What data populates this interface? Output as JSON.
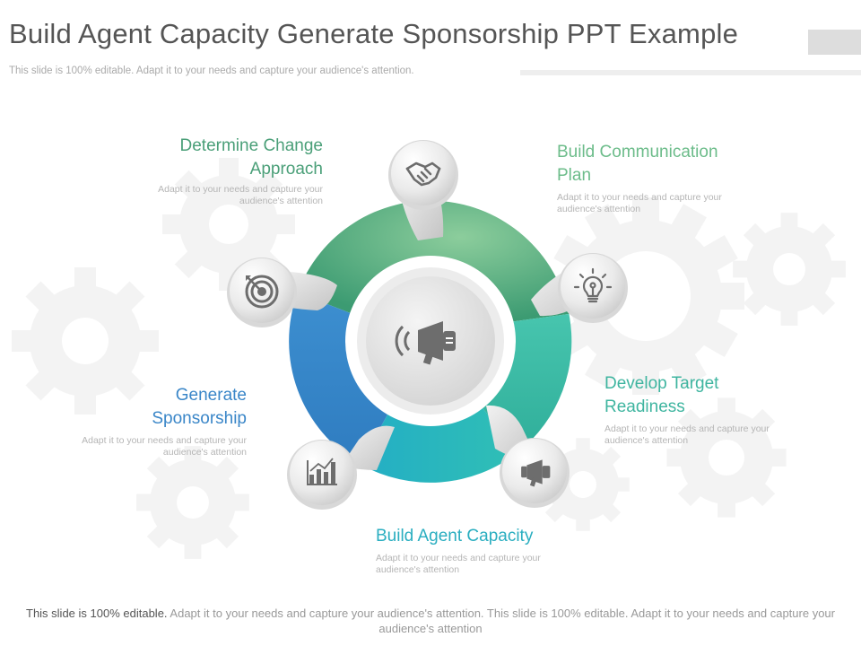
{
  "header": {
    "title": "Build Agent Capacity Generate Sponsorship PPT Example",
    "subtitle": "This slide is 100% editable. Adapt it to your needs and capture your audience's attention."
  },
  "colors": {
    "green_dark": "#3c9b72",
    "green_light": "#7ec795",
    "teal": "#3ebfa7",
    "cyan": "#27b6c9",
    "blue": "#3a86c8",
    "label_green": "#4a9f78",
    "label_teal": "#3fb5a0",
    "label_blue": "#3a86c8",
    "label_cyan": "#2aaec0"
  },
  "items": [
    {
      "label": "Determine Change Approach",
      "line1": "Determine Change",
      "line2": "Approach",
      "desc": "Adapt it to your needs and capture your audience's attention",
      "icon": "target-icon"
    },
    {
      "label": "Build Communication Plan",
      "line1": "Build Communication",
      "line2": "Plan",
      "desc": "Adapt it to your needs and capture your audience's attention",
      "icon": "handshake-icon"
    },
    {
      "label": "Develop Target Readiness",
      "line1": "Develop Target",
      "line2": "Readiness",
      "desc": "Adapt it to your needs and capture your audience's attention",
      "icon": "lightbulb-icon"
    },
    {
      "label": "Build Agent Capacity",
      "line1": "Build Agent Capacity",
      "line2": "",
      "desc": "Adapt it to your needs and capture your audience's attention",
      "icon": "megaphone-icon"
    },
    {
      "label": "Generate Sponsorship",
      "line1": "Generate",
      "line2": "Sponsorship",
      "desc": "Adapt it to your needs and capture your audience's attention",
      "icon": "bar-chart-icon"
    }
  ],
  "center_icon": "megaphone-icon",
  "footer": {
    "strong": "This slide is 100% editable.",
    "rest": " Adapt it to your needs and capture your audience's attention. This slide is 100% editable. Adapt it to your needs and capture your audience's attention"
  }
}
